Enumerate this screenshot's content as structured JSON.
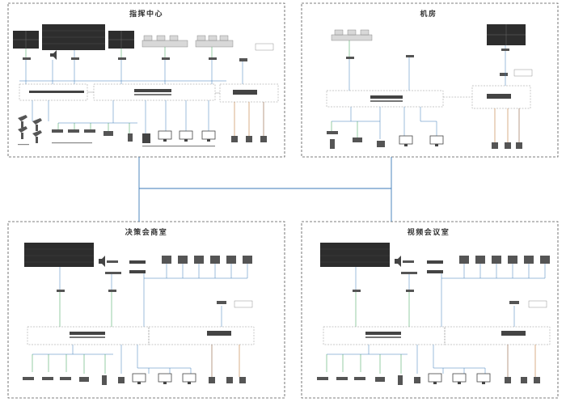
{
  "zones": {
    "command": {
      "title": "指挥中心"
    },
    "machine": {
      "title": "机房"
    },
    "decision": {
      "title": "决策会商室"
    },
    "video": {
      "title": "视频会议室"
    }
  },
  "colors": {
    "border": "#555555",
    "dash": "#777777",
    "backbone": "#3b7ab8",
    "green": "#2f9a4a",
    "navy": "#2c4f8f",
    "orange": "#c27a3a",
    "brown": "#8a5a3a",
    "screen": "#2d2d2d"
  }
}
